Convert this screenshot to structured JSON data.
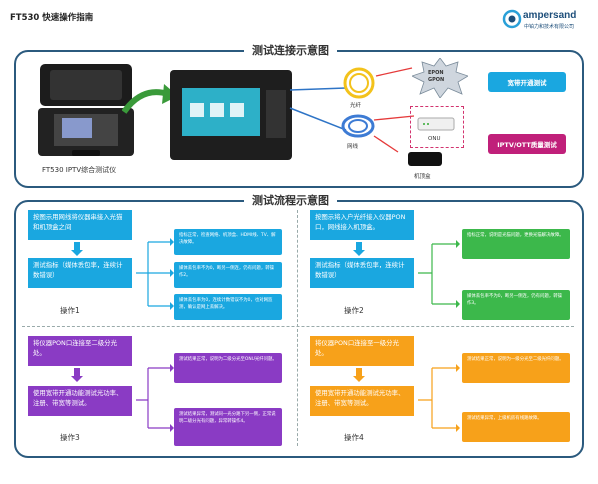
{
  "doc_title": "FT530 快速操作指南",
  "logo": {
    "brand": "ampersand",
    "sub": "中铂力和技术有限公司"
  },
  "top_panel": {
    "title": "测试连接示意图",
    "device_caption": "FT530 IPTV综合测试仪",
    "fiber_label": "光纤",
    "cable_label": "网线",
    "epon_label": "EPON\nGPON",
    "onu_label": "ONU",
    "stb_label": "机顶盒",
    "btn_broadband": "宽带开通测试",
    "btn_iptv": "IPTV/OTT质量测试"
  },
  "flow_panel": {
    "title": "测试流程示意图",
    "op1": {
      "step1": "按图示用网线将仪器串接入光猫和机顶盒之间",
      "step2": "测试指标（媒体丢包率，连续计数错误）",
      "label": "操作1",
      "note1": "指标正常，检查网络、机顶盒、HDMI线、TV、解决故障。",
      "note2": "媒体丢包率不为0，断另一侧连，仍有问题，转操作2。",
      "note3": "媒体丢包率为0，连续计数错误不为0，也对网监测，确认是网上丢解决。"
    },
    "op2": {
      "step1": "按图示将入户光纤接入仪器PON口，网线接入机顶盒。",
      "step2": "测试指标（媒体丢包率，连续计数错误）",
      "label": "操作2",
      "note1": "指标正常，说明是光猫问题，更换光猫解决故障。",
      "note2": "媒体丢包率不为0，断另一侧连，仍有问题，转操作3。"
    },
    "op3": {
      "step1": "将仪器PON口连接至二级分光处。",
      "step2": "使用宽带开通功能测试光功率、注册、带宽等测试。",
      "label": "操作3",
      "note1": "测试结果正常，说明为二级分光至ONU光纤问题。",
      "note2": "测试结果异常，测试同一光分路下另一侧，正常说明二级分光有问题，异常转操作4。"
    },
    "op4": {
      "step1": "将仪器PON口连接至一级分光处。",
      "step2": "使用宽带开通功能测试光功率、注册、带宽等测试。",
      "label": "操作4",
      "note1": "测试结果正常，说明为一级分光至二级光纤问题。",
      "note2": "测试结果异常，上级机房有线路故障。"
    }
  },
  "colors": {
    "blue": "#1aa7e0",
    "purple": "#8a3bc4",
    "orange": "#f7a11a",
    "frame": "#2b5a7e"
  }
}
